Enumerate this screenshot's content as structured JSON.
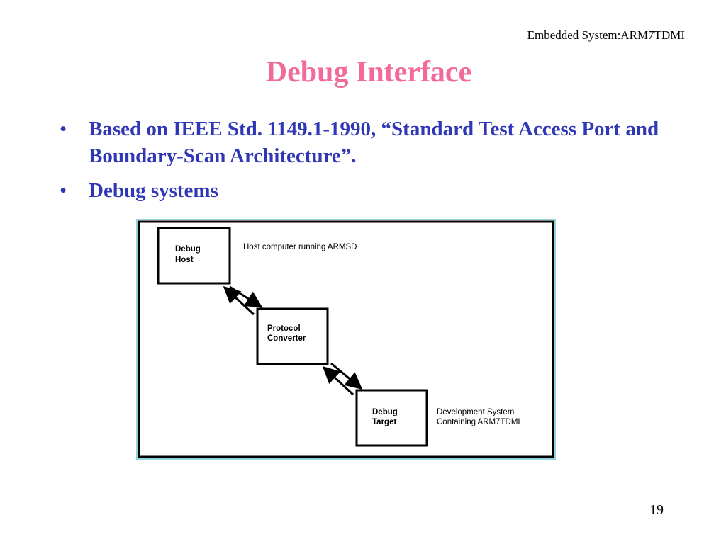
{
  "slide": {
    "header": "Embedded System:ARM7TDMI",
    "title": "Debug Interface",
    "bullet_symbol": "•",
    "bullets": [
      "Based on IEEE Std. 1149.1-1990, “Standard Test Access Port and Boundary-Scan Architecture”.",
      "Debug systems"
    ],
    "page_number": "19"
  },
  "diagram": {
    "boxes": [
      {
        "line1": "Debug",
        "line2": "Host"
      },
      {
        "line1": "Protocol",
        "line2": "Converter"
      },
      {
        "line1": "Debug",
        "line2": "Target"
      }
    ],
    "host_label": "Host computer running ARMSD",
    "target_label_line1": "Development System",
    "target_label_line2": "Containing ARM7TDMI"
  },
  "colors": {
    "title": "#f06b9b",
    "bullet_text": "#2f37b6",
    "frame_edge": "#8fd3df"
  }
}
